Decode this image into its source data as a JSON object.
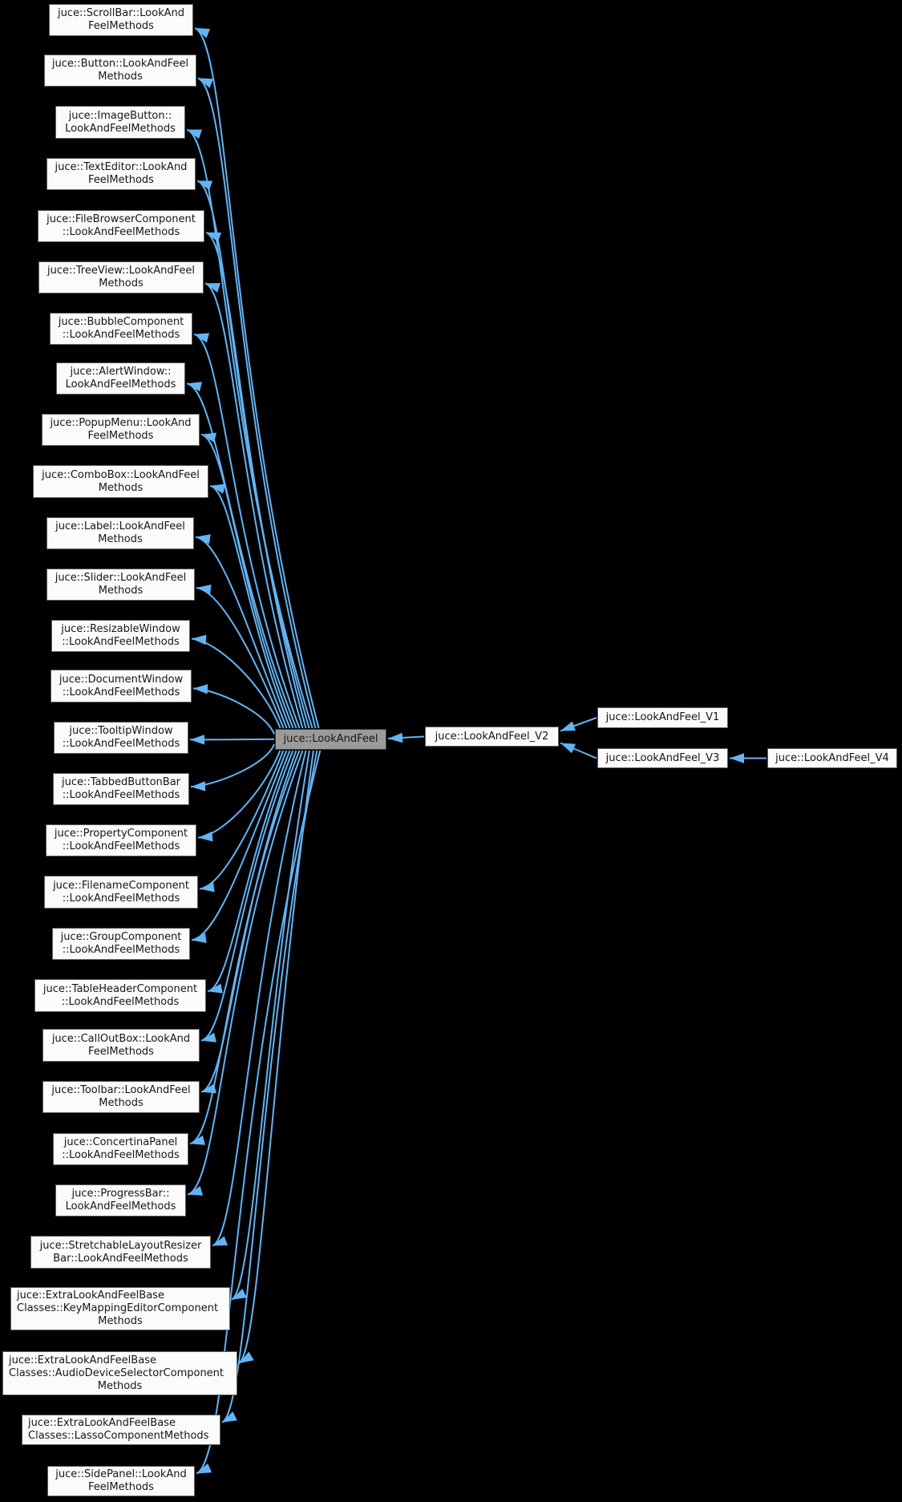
{
  "diagram": {
    "type": "inheritance-graph",
    "focus_class": "juce::LookAndFeel",
    "colors": {
      "background": "#000000",
      "edge": "#63b4f4",
      "node_fill": "#fbfbfb",
      "node_border": "#5e5e5e",
      "focus_fill": "#9b9b9b",
      "focus_border": "#3c3c3c",
      "text": "#161616"
    },
    "nodes": [
      {
        "id": "scrollbar",
        "label": "juce::ScrollBar::LookAndFeelMethods",
        "lines": [
          {
            "t": "juce::ScrollBar::LookAnd"
          },
          {
            "t": "FeelMethods"
          }
        ]
      },
      {
        "id": "button",
        "label": "juce::Button::LookAndFeelMethods",
        "lines": [
          {
            "t": "juce::Button::LookAndFeel"
          },
          {
            "t": "Methods"
          }
        ]
      },
      {
        "id": "imagebutton",
        "label": "juce::ImageButton::LookAndFeelMethods",
        "lines": [
          {
            "t": "juce::ImageButton::"
          },
          {
            "t": "LookAndFeelMethods"
          }
        ]
      },
      {
        "id": "texteditor",
        "label": "juce::TextEditor::LookAndFeelMethods",
        "lines": [
          {
            "t": "juce::TextEditor::LookAnd"
          },
          {
            "t": "FeelMethods"
          }
        ]
      },
      {
        "id": "filebrowser",
        "label": "juce::FileBrowserComponent::LookAndFeelMethods",
        "lines": [
          {
            "t": "juce::FileBrowserComponent"
          },
          {
            "t": "::LookAndFeelMethods"
          }
        ]
      },
      {
        "id": "treeview",
        "label": "juce::TreeView::LookAndFeelMethods",
        "lines": [
          {
            "t": "juce::TreeView::LookAndFeel"
          },
          {
            "t": "Methods"
          }
        ]
      },
      {
        "id": "bubble",
        "label": "juce::BubbleComponent::LookAndFeelMethods",
        "lines": [
          {
            "t": "juce::BubbleComponent"
          },
          {
            "t": "::LookAndFeelMethods"
          }
        ]
      },
      {
        "id": "alertwindow",
        "label": "juce::AlertWindow::LookAndFeelMethods",
        "lines": [
          {
            "t": "juce::AlertWindow::"
          },
          {
            "t": "LookAndFeelMethods"
          }
        ]
      },
      {
        "id": "popupmenu",
        "label": "juce::PopupMenu::LookAndFeelMethods",
        "lines": [
          {
            "t": "juce::PopupMenu::LookAnd"
          },
          {
            "t": "FeelMethods"
          }
        ]
      },
      {
        "id": "combobox",
        "label": "juce::ComboBox::LookAndFeelMethods",
        "lines": [
          {
            "t": "juce::ComboBox::LookAndFeel"
          },
          {
            "t": "Methods"
          }
        ]
      },
      {
        "id": "label",
        "label": "juce::Label::LookAndFeelMethods",
        "lines": [
          {
            "t": "juce::Label::LookAndFeel"
          },
          {
            "t": "Methods"
          }
        ]
      },
      {
        "id": "slider",
        "label": "juce::Slider::LookAndFeelMethods",
        "lines": [
          {
            "t": "juce::Slider::LookAndFeel"
          },
          {
            "t": "Methods"
          }
        ]
      },
      {
        "id": "resizablewindow",
        "label": "juce::ResizableWindow::LookAndFeelMethods",
        "lines": [
          {
            "t": "juce::ResizableWindow"
          },
          {
            "t": "::LookAndFeelMethods"
          }
        ]
      },
      {
        "id": "documentwindow",
        "label": "juce::DocumentWindow::LookAndFeelMethods",
        "lines": [
          {
            "t": "juce::DocumentWindow"
          },
          {
            "t": "::LookAndFeelMethods"
          }
        ]
      },
      {
        "id": "tooltipwindow",
        "label": "juce::TooltipWindow::LookAndFeelMethods",
        "lines": [
          {
            "t": "juce::TooltipWindow"
          },
          {
            "t": "::LookAndFeelMethods"
          }
        ]
      },
      {
        "id": "tabbedbuttonbar",
        "label": "juce::TabbedButtonBar::LookAndFeelMethods",
        "lines": [
          {
            "t": "juce::TabbedButtonBar"
          },
          {
            "t": "::LookAndFeelMethods"
          }
        ]
      },
      {
        "id": "propertycomponent",
        "label": "juce::PropertyComponent::LookAndFeelMethods",
        "lines": [
          {
            "t": "juce::PropertyComponent"
          },
          {
            "t": "::LookAndFeelMethods"
          }
        ]
      },
      {
        "id": "filenamecomponent",
        "label": "juce::FilenameComponent::LookAndFeelMethods",
        "lines": [
          {
            "t": "juce::FilenameComponent"
          },
          {
            "t": "::LookAndFeelMethods"
          }
        ]
      },
      {
        "id": "groupcomponent",
        "label": "juce::GroupComponent::LookAndFeelMethods",
        "lines": [
          {
            "t": "juce::GroupComponent"
          },
          {
            "t": "::LookAndFeelMethods"
          }
        ]
      },
      {
        "id": "tableheader",
        "label": "juce::TableHeaderComponent::LookAndFeelMethods",
        "lines": [
          {
            "t": "juce::TableHeaderComponent"
          },
          {
            "t": "::LookAndFeelMethods"
          }
        ]
      },
      {
        "id": "calloutbox",
        "label": "juce::CallOutBox::LookAndFeelMethods",
        "lines": [
          {
            "t": "juce::CallOutBox::LookAnd"
          },
          {
            "t": "FeelMethods"
          }
        ]
      },
      {
        "id": "toolbar",
        "label": "juce::Toolbar::LookAndFeelMethods",
        "lines": [
          {
            "t": "juce::Toolbar::LookAndFeel"
          },
          {
            "t": "Methods"
          }
        ]
      },
      {
        "id": "concertinapanel",
        "label": "juce::ConcertinaPanel::LookAndFeelMethods",
        "lines": [
          {
            "t": "juce::ConcertinaPanel"
          },
          {
            "t": "::LookAndFeelMethods"
          }
        ]
      },
      {
        "id": "progressbar",
        "label": "juce::ProgressBar::LookAndFeelMethods",
        "lines": [
          {
            "t": "juce::ProgressBar::"
          },
          {
            "t": "LookAndFeelMethods"
          }
        ]
      },
      {
        "id": "stretchable",
        "label": "juce::StretchableLayoutResizerBar::LookAndFeelMethods",
        "lines": [
          {
            "t": "juce::StretchableLayoutResizer"
          },
          {
            "t": "Bar::LookAndFeelMethods"
          }
        ]
      },
      {
        "id": "keymapping",
        "label": "juce::ExtraLookAndFeelBaseClasses::KeyMappingEditorComponentMethods",
        "lines": [
          {
            "t": "juce::ExtraLookAndFeelBase",
            "a": "left"
          },
          {
            "t": "Classes::KeyMappingEditorComponent",
            "a": "left"
          },
          {
            "t": "Methods"
          }
        ]
      },
      {
        "id": "audiodevice",
        "label": "juce::ExtraLookAndFeelBaseClasses::AudioDeviceSelectorComponentMethods",
        "lines": [
          {
            "t": "juce::ExtraLookAndFeelBase",
            "a": "left"
          },
          {
            "t": "Classes::AudioDeviceSelectorComponent",
            "a": "left"
          },
          {
            "t": "Methods"
          }
        ]
      },
      {
        "id": "lasso",
        "label": "juce::ExtraLookAndFeelBaseClasses::LassoComponentMethods",
        "lines": [
          {
            "t": "juce::ExtraLookAndFeelBase",
            "a": "left"
          },
          {
            "t": "Classes::LassoComponentMethods",
            "a": "left"
          }
        ]
      },
      {
        "id": "sidepanel",
        "label": "juce::SidePanel::LookAndFeelMethods",
        "lines": [
          {
            "t": "juce::SidePanel::LookAnd"
          },
          {
            "t": "FeelMethods"
          }
        ]
      },
      {
        "id": "lookandfeel",
        "label": "juce::LookAndFeel",
        "lines": [
          {
            "t": "juce::LookAndFeel"
          }
        ]
      },
      {
        "id": "v2",
        "label": "juce::LookAndFeel_V2",
        "lines": [
          {
            "t": "juce::LookAndFeel_V2"
          }
        ]
      },
      {
        "id": "v1",
        "label": "juce::LookAndFeel_V1",
        "lines": [
          {
            "t": "juce::LookAndFeel_V1"
          }
        ]
      },
      {
        "id": "v3",
        "label": "juce::LookAndFeel_V3",
        "lines": [
          {
            "t": "juce::LookAndFeel_V3"
          }
        ]
      },
      {
        "id": "v4",
        "label": "juce::LookAndFeel_V4",
        "lines": [
          {
            "t": "juce::LookAndFeel_V4"
          }
        ]
      }
    ],
    "edges": [
      {
        "from": "lookandfeel",
        "to": "scrollbar",
        "kind": "fan"
      },
      {
        "from": "lookandfeel",
        "to": "button",
        "kind": "fan"
      },
      {
        "from": "lookandfeel",
        "to": "imagebutton",
        "kind": "fan"
      },
      {
        "from": "lookandfeel",
        "to": "texteditor",
        "kind": "fan"
      },
      {
        "from": "lookandfeel",
        "to": "filebrowser",
        "kind": "fan"
      },
      {
        "from": "lookandfeel",
        "to": "treeview",
        "kind": "fan"
      },
      {
        "from": "lookandfeel",
        "to": "bubble",
        "kind": "fan"
      },
      {
        "from": "lookandfeel",
        "to": "alertwindow",
        "kind": "fan"
      },
      {
        "from": "lookandfeel",
        "to": "popupmenu",
        "kind": "fan"
      },
      {
        "from": "lookandfeel",
        "to": "combobox",
        "kind": "fan"
      },
      {
        "from": "lookandfeel",
        "to": "label",
        "kind": "fan"
      },
      {
        "from": "lookandfeel",
        "to": "slider",
        "kind": "fan"
      },
      {
        "from": "lookandfeel",
        "to": "resizablewindow",
        "kind": "fan"
      },
      {
        "from": "lookandfeel",
        "to": "documentwindow",
        "kind": "fan"
      },
      {
        "from": "lookandfeel",
        "to": "tooltipwindow",
        "kind": "fan"
      },
      {
        "from": "lookandfeel",
        "to": "tabbedbuttonbar",
        "kind": "fan"
      },
      {
        "from": "lookandfeel",
        "to": "propertycomponent",
        "kind": "fan"
      },
      {
        "from": "lookandfeel",
        "to": "filenamecomponent",
        "kind": "fan"
      },
      {
        "from": "lookandfeel",
        "to": "groupcomponent",
        "kind": "fan"
      },
      {
        "from": "lookandfeel",
        "to": "tableheader",
        "kind": "fan"
      },
      {
        "from": "lookandfeel",
        "to": "calloutbox",
        "kind": "fan"
      },
      {
        "from": "lookandfeel",
        "to": "toolbar",
        "kind": "fan"
      },
      {
        "from": "lookandfeel",
        "to": "concertinapanel",
        "kind": "fan"
      },
      {
        "from": "lookandfeel",
        "to": "progressbar",
        "kind": "fan"
      },
      {
        "from": "lookandfeel",
        "to": "stretchable",
        "kind": "fan"
      },
      {
        "from": "lookandfeel",
        "to": "keymapping",
        "kind": "fan"
      },
      {
        "from": "lookandfeel",
        "to": "audiodevice",
        "kind": "fan"
      },
      {
        "from": "lookandfeel",
        "to": "lasso",
        "kind": "fan"
      },
      {
        "from": "lookandfeel",
        "to": "sidepanel",
        "kind": "fan"
      },
      {
        "from": "v2",
        "to": "lookandfeel",
        "kind": "straight"
      },
      {
        "from": "v1",
        "to": "v2",
        "kind": "straight"
      },
      {
        "from": "v3",
        "to": "v2",
        "kind": "straight"
      },
      {
        "from": "v4",
        "to": "v3",
        "kind": "straight"
      }
    ]
  }
}
